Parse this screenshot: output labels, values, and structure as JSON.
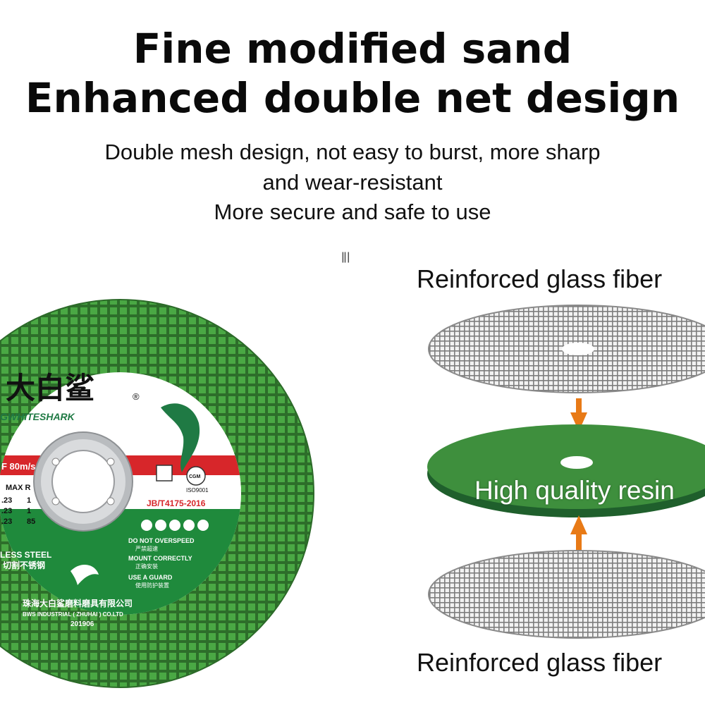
{
  "heading": {
    "line1": "Fine modified sand",
    "line2": "Enhanced double net design"
  },
  "subheading": {
    "line1": "Double mesh design, not easy to burst, more sharp",
    "line2": "and wear-resistant",
    "line3": "More secure and safe to use"
  },
  "watermark_mark": "ǁǀ",
  "layers": {
    "top_label": "Reinforced glass fiber",
    "middle_label": "High quality resin",
    "bottom_label": "Reinforced glass fiber"
  },
  "disc_label": {
    "brand_cn": "大白鲨",
    "brand_en": "GWHITESHARK",
    "speed": "F 80m/s",
    "max_rpm": "MAX R",
    "sizes": [
      ".23",
      ".23",
      ".23"
    ],
    "sizes2": [
      "1",
      "1",
      "85"
    ],
    "standard": "JB/T4175-2016",
    "cert": "ISO9001",
    "material": "LESS STEEL",
    "material_cn": "切割不锈钢",
    "warning1": "DO NOT OVERSPEED",
    "warning1_cn": "严禁超速",
    "warning2": "MOUNT CORRECTLY",
    "warning2_cn": "正确安装",
    "warning3": "USE A GUARD",
    "warning3_cn": "使用防护装置",
    "company_cn": "珠海大白鲨磨料磨具有限公司",
    "company_en": "BWS INDUSTRIAL ( ZHUHAI ) CO.LTD",
    "batch": "201906",
    "cgm": "CGM"
  },
  "colors": {
    "disc_green": "#3d9a3a",
    "label_red": "#d7262a",
    "arrow_orange": "#e87a16",
    "resin_green": "#2f7d3c",
    "mesh_gray": "#8c8c8c"
  }
}
